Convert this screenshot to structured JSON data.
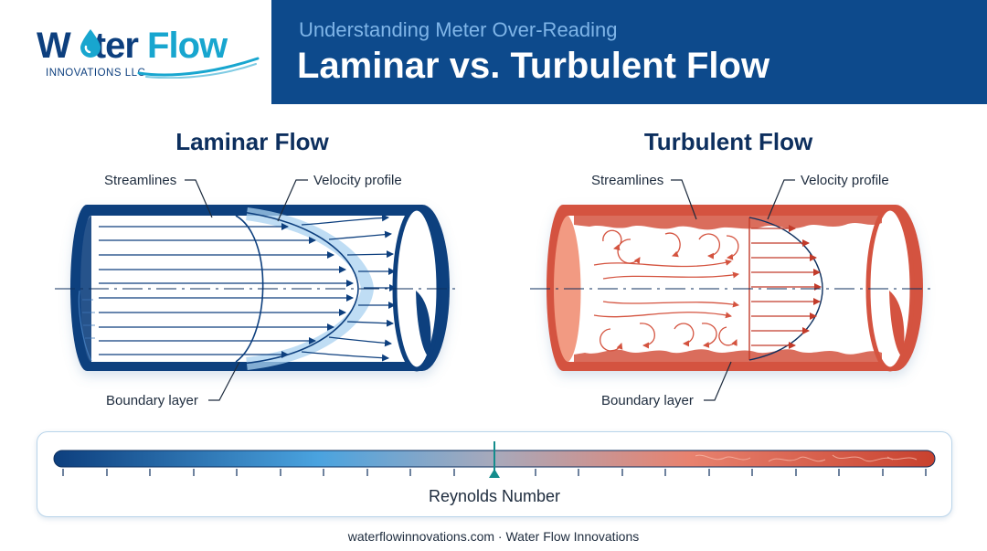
{
  "logo": {
    "brand_part1": "W",
    "brand_part2": "ter",
    "brand_part3": "Flow",
    "tagline": "INNOVATIONS LLC"
  },
  "header": {
    "subtitle": "Understanding Meter Over-Reading",
    "title": "Laminar vs. Turbulent Flow"
  },
  "laminar": {
    "heading": "Laminar Flow",
    "label_streamlines": "Streamlines",
    "label_velocity": "Velocity profile",
    "label_boundary": "Boundary layer"
  },
  "turbulent": {
    "heading": "Turbulent Flow",
    "label_streamlines": "Streamlines",
    "label_velocity": "Velocity profile",
    "label_boundary": "Boundary layer"
  },
  "scale": {
    "label": "Reynolds Number"
  },
  "footer": {
    "text": "waterflowinnovations.com · Water Flow Innovations"
  },
  "colors": {
    "brand_navy": "#0d3f7e",
    "brand_teal": "#18a6cf",
    "header_bg": "#0d4a8c",
    "laminar_blue": "#0d3f7e",
    "turbulent_red": "#d4533f",
    "marker": "#138c8c"
  }
}
